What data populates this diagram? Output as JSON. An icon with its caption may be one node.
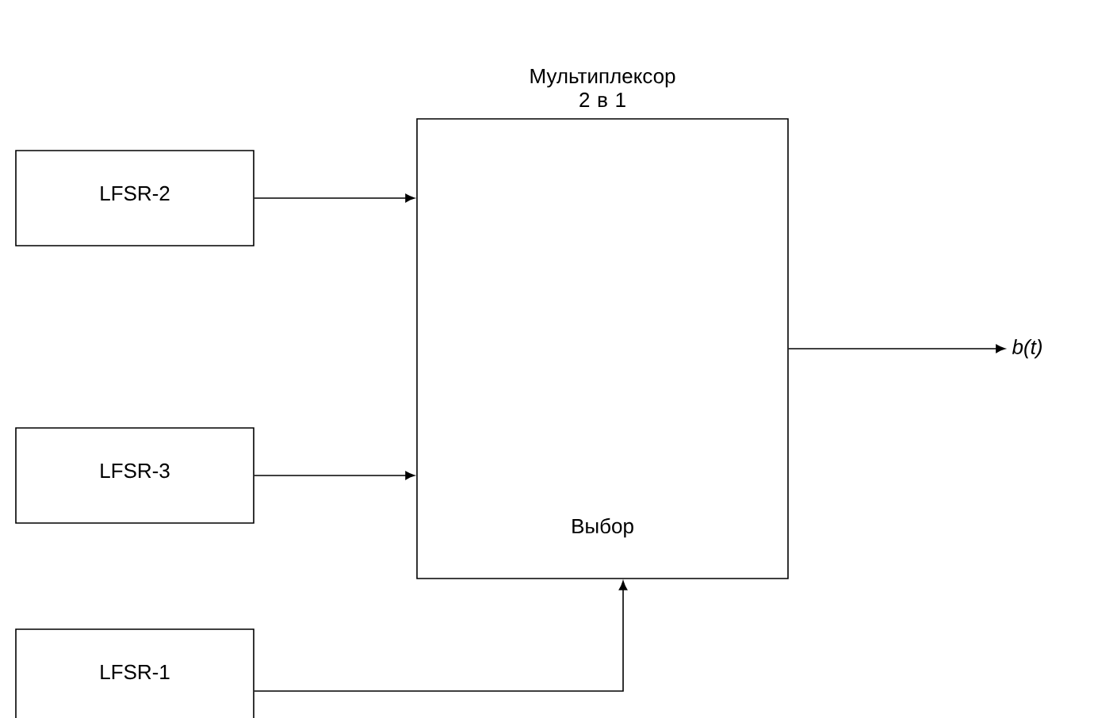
{
  "diagram": {
    "nodes": [
      {
        "text": [
          "Мультиплексор 2 в 1",
          "Выбор"
        ]
      },
      {
        "text": [
          "LFSR-2"
        ]
      },
      {
        "text": [
          "LFSR-3"
        ]
      },
      {
        "text": [
          "LFSR-1"
        ]
      },
      {
        "text": [
          "b(t)"
        ]
      }
    ],
    "edges": [
      {
        "from": 1,
        "to": 0,
        "arrow": "to"
      },
      {
        "from": 2,
        "to": 0,
        "arrow": "to"
      },
      {
        "from": 3,
        "to": 0,
        "arrow": "to"
      },
      {
        "from": 0,
        "to": 4,
        "arrow": "to"
      }
    ]
  }
}
